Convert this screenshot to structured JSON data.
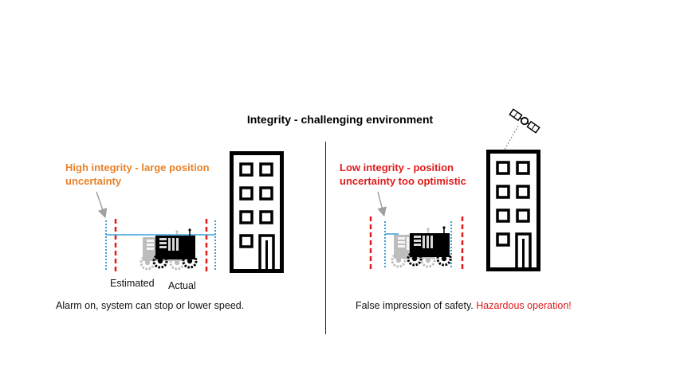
{
  "title": "Integrity - challenging environment",
  "left": {
    "heading_line1": "High integrity - large position",
    "heading_line2": "uncertainty",
    "label_estimated": "Estimated",
    "label_actual": "Actual",
    "caption": "Alarm on, system can stop or lower speed."
  },
  "right": {
    "heading_line1": "Low integrity - position",
    "heading_line2": "uncertainty too optimistic",
    "caption_prefix": "False impression of safety. ",
    "caption_alert": "Hazardous operation!"
  },
  "colors": {
    "high_integrity": "#e8822a",
    "low_integrity": "#e01b1b",
    "hazard": "#e01b1b",
    "dash_red": "#e01b1b",
    "dash_blue": "#3aa1d6"
  },
  "icons": [
    "building-icon",
    "robot-vehicle-icon",
    "satellite-icon",
    "arrow-icon"
  ]
}
